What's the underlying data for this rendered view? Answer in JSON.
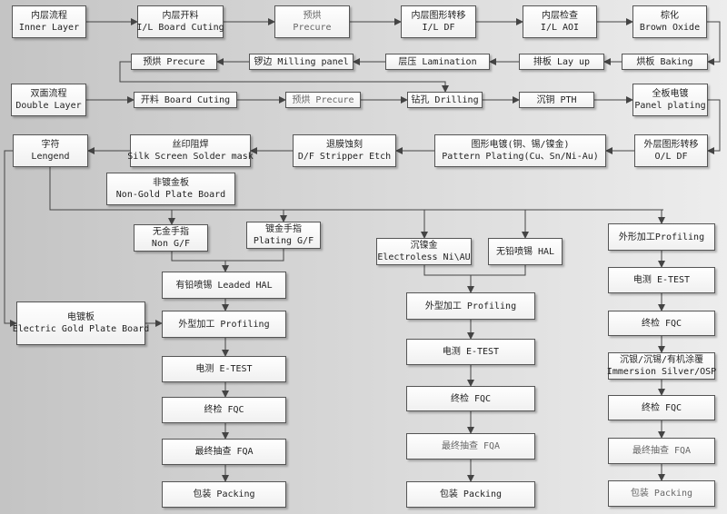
{
  "row1": [
    {
      "zh": "内层流程",
      "en": "Inner Layer"
    },
    {
      "zh": "内层开料",
      "en": "I/L Board Cuting"
    },
    {
      "zh": "预烘",
      "en": "Precure"
    },
    {
      "zh": "内层图形转移",
      "en": "I/L DF"
    },
    {
      "zh": "内层检查",
      "en": "I/L AOI"
    },
    {
      "zh": "棕化",
      "en": "Brown Oxide"
    }
  ],
  "row2": [
    {
      "label": "烘板 Baking"
    },
    {
      "label": "排板 Lay up"
    },
    {
      "label": "层压 Lamination"
    },
    {
      "label": "锣边 Milling panel"
    },
    {
      "label": "预烘 Precure"
    }
  ],
  "row3": [
    {
      "zh": "双面流程",
      "en": "Double Layer"
    },
    {
      "label": "开料 Board Cuting"
    },
    {
      "label": "预烘 Precure"
    },
    {
      "label": "钻孔 Drilling"
    },
    {
      "label": "沉铜 PTH"
    },
    {
      "zh": "全板电镀",
      "en": "Panel plating"
    }
  ],
  "row4": [
    {
      "zh": "外层图形转移",
      "en": "O/L DF"
    },
    {
      "zh": "图形电镀(铜、锡/镍金)",
      "en": "Pattern Plating(Cu、Sn/Ni-Au)"
    },
    {
      "zh": "退膜蚀刻",
      "en": "D/F Stripper Etch"
    },
    {
      "zh": "丝印阻焊",
      "en": "Silk Screen Solder mask"
    },
    {
      "zh": "字符",
      "en": "Lengend"
    }
  ],
  "branches": {
    "non_gold": {
      "zh": "非镀金板",
      "en": "Non-Gold Plate Board"
    },
    "non_gf": {
      "zh": "无金手指",
      "en": "Non G/F"
    },
    "plating_gf": {
      "zh": "镀金手指",
      "en": "Plating G/F"
    },
    "electric_gold": {
      "zh": "电镀板",
      "en": "Electric Gold Plate Board"
    },
    "electroless": {
      "zh": "沉镍金",
      "en": "Electroless Ni\\AU"
    },
    "lead_free_hal": {
      "label": "无铅喷锡 HAL"
    }
  },
  "column1": [
    "有铅喷锡 Leaded HAL",
    "外型加工 Profiling",
    "电测 E-TEST",
    "终检 FQC",
    "最终抽查 FQA",
    "包装 Packing"
  ],
  "column2": [
    "外型加工 Profiling",
    "电测 E-TEST",
    "终检 FQC",
    "最终抽查 FQA",
    "包装 Packing"
  ],
  "column3": {
    "profiling": "外形加工Profiling",
    "etest": "电测 E-TEST",
    "fqc1": "终检 FQC",
    "immersion_zh": "沉银/沉锡/有机涂覆",
    "immersion_en": "Immersion Silver/OSP",
    "fqc2": "终检 FQC",
    "fqa": "最终抽查 FQA",
    "packing": "包装 Packing"
  }
}
